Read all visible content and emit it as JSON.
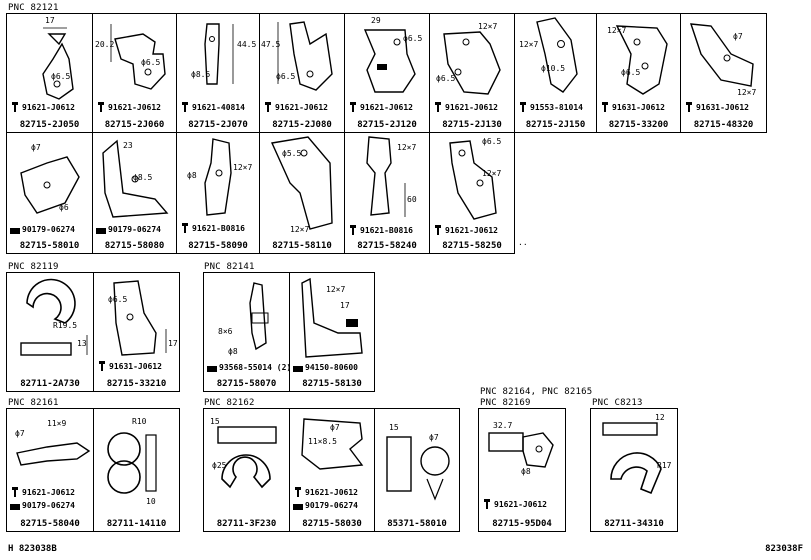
{
  "groups": {
    "g82121": {
      "pnc": "PNC 82121"
    },
    "g82119": {
      "pnc": "PNC 82119"
    },
    "g82141": {
      "pnc": "PNC 82141"
    },
    "g82161": {
      "pnc": "PNC 82161"
    },
    "g82162": {
      "pnc": "PNC 82162"
    },
    "g82164": {
      "pnc": "PNC 82164, PNC 82165",
      "pnc2": "PNC 82169"
    },
    "g82213": {
      "pnc": "PNC C8213"
    }
  },
  "row1": [
    {
      "part": "82715-2J050",
      "bolt": "91621-J0612",
      "dims": [
        "17",
        "ϕ6.5"
      ]
    },
    {
      "part": "82715-2J060",
      "bolt": "91621-J0612",
      "dims": [
        "20.2",
        "ϕ6.5"
      ]
    },
    {
      "part": "82715-2J070",
      "bolt": "91621-40814",
      "dims": [
        "44.5",
        "ϕ8.5"
      ]
    },
    {
      "part": "82715-2J080",
      "bolt": "91621-J0612",
      "dims": [
        "47.5",
        "ϕ6.5"
      ]
    },
    {
      "part": "82715-2J120",
      "bolt": "91621-J0612",
      "dims": [
        "29",
        "ϕ6.5"
      ]
    },
    {
      "part": "82715-2J130",
      "bolt": "91621-J0612",
      "dims": [
        "12×7",
        "ϕ6.5"
      ]
    },
    {
      "part": "82715-2J150",
      "bolt": "91553-81014",
      "dims": [
        "12×7",
        "ϕ10.5"
      ]
    },
    {
      "part": "82715-33200",
      "bolt": "91631-J0612",
      "dims": [
        "12×7",
        "ϕ6.5"
      ]
    },
    {
      "part": "82715-48320",
      "bolt": "91631-J0612",
      "dims": [
        "ϕ7",
        "12×7"
      ]
    }
  ],
  "row2": [
    {
      "part": "82715-58010",
      "bolt": "90179-06274",
      "dims": [
        "ϕ7",
        "ϕ6"
      ]
    },
    {
      "part": "82715-58080",
      "bolt": "90179-06274",
      "dims": [
        "23",
        "ϕ8.5"
      ]
    },
    {
      "part": "82715-58090",
      "bolt": "91621-B0816",
      "dims": [
        "ϕ8",
        "12×7"
      ]
    },
    {
      "part": "82715-58110",
      "bolt": "",
      "dims": [
        "ϕ5.5",
        "12×7"
      ]
    },
    {
      "part": "82715-58240",
      "bolt": "91621-B0816",
      "dims": [
        "12×7",
        "60"
      ]
    },
    {
      "part": "82715-58250",
      "bolt": "91621-J0612",
      "dims": [
        "ϕ6.5",
        "12×7"
      ]
    }
  ],
  "mid": {
    "a": {
      "part": "82711-2A730",
      "dims": [
        "R19.5",
        "13"
      ]
    },
    "b": {
      "part": "82715-33210",
      "bolt": "91631-J0612",
      "dims": [
        "ϕ6.5",
        "17"
      ]
    },
    "c": {
      "part": "82715-58070",
      "bolt": "93568-55014 (2)",
      "dims": [
        "8×6",
        "ϕ8"
      ]
    },
    "d": {
      "part": "82715-58130",
      "bolt": "94150-80600",
      "dims": [
        "12×7",
        "17"
      ]
    }
  },
  "bottom": {
    "a": {
      "part": "82715-58040",
      "bolt1": "91621-J0612",
      "bolt2": "90179-06274",
      "dims": [
        "ϕ7",
        "11×9"
      ]
    },
    "b": {
      "part": "82711-14110",
      "dims": [
        "R10",
        "10"
      ]
    },
    "c": {
      "part": "82711-3F230",
      "dims": [
        "15",
        "ϕ25"
      ]
    },
    "d": {
      "part": "82715-58030",
      "bolt1": "91621-J0612",
      "bolt2": "90179-06274",
      "dims": [
        "ϕ7",
        "11×8.5"
      ]
    },
    "e": {
      "part": "85371-58010",
      "dims": [
        "15",
        "ϕ7"
      ]
    },
    "f": {
      "part": "82715-95D04",
      "bolt": "91621-J0612",
      "dims": [
        "32.7",
        "ϕ8"
      ]
    },
    "g": {
      "part": "82711-34310",
      "dims": [
        "12",
        "R17"
      ]
    }
  },
  "footer": {
    "left": "H 823038B",
    "right": "823038F"
  },
  "stray": ".."
}
